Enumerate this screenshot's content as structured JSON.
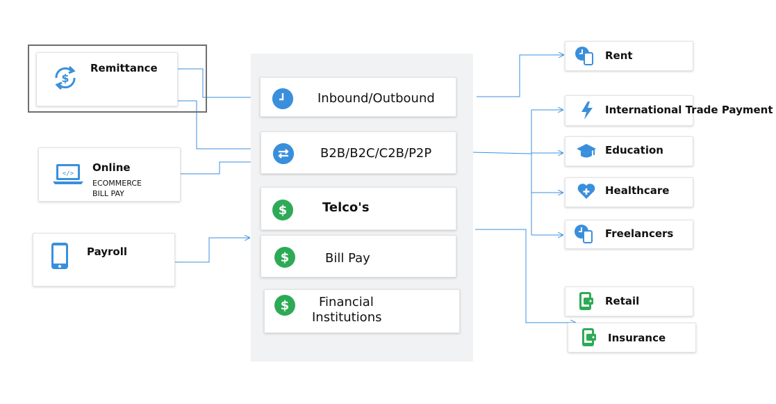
{
  "sources": {
    "remittance": "Remittance",
    "online": "Online",
    "online_sub1": "ECOMMERCE",
    "online_sub2": "BILL PAY",
    "payroll": "Payroll"
  },
  "center": {
    "inbound": "Inbound/Outbound",
    "b2b": "B2B/B2C/C2B/P2P",
    "telco": "Telco's",
    "billpay": "Bill Pay",
    "financial_1": "Financial",
    "financial_2": "Institutions"
  },
  "targets": {
    "rent": "Rent",
    "trade": "International Trade Payment",
    "education": "Education",
    "healthcare": "Healthcare",
    "freelancers": "Freelancers",
    "retail": "Retail",
    "insurance": "Insurance"
  },
  "colors": {
    "accent_blue": "#3a8fdc",
    "accent_green": "#2eaa57",
    "connector": "#3a8fdc",
    "panel": "#f1f2f3"
  },
  "icons": {
    "remittance": "dollar-cycle-icon",
    "online": "laptop-code-icon",
    "payroll": "mobile-phone-icon",
    "inbound": "clock-icon",
    "b2b": "exchange-arrows-icon",
    "telco": "dollar-icon",
    "billpay": "dollar-icon",
    "financial": "dollar-icon",
    "rent": "clock-phone-icon",
    "trade": "lightning-icon",
    "education": "graduation-cap-icon",
    "healthcare": "heart-plus-icon",
    "freelancers": "clock-phone-icon",
    "retail": "wallet-phone-icon",
    "insurance": "wallet-phone-icon"
  }
}
